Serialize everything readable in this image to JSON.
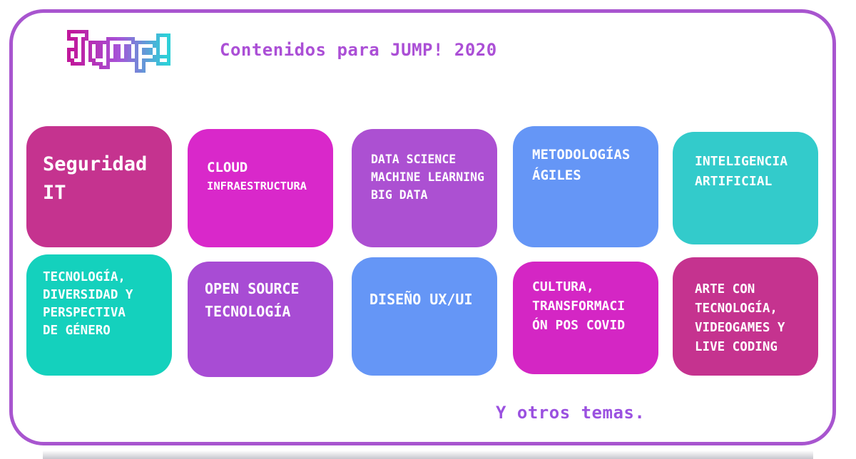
{
  "header": {
    "logo_text": "Jump!",
    "title": "Contenidos para JUMP! 2020"
  },
  "cards": [
    {
      "name": "seguridad-it",
      "color": "#c5338f",
      "lines": [
        "Seguridad",
        "IT"
      ]
    },
    {
      "name": "cloud-infraestructura",
      "color": "#d928ca",
      "title": "CLOUD",
      "subtitle": "INFRAESTRUCTURA"
    },
    {
      "name": "data-science",
      "color": "#ac50d2",
      "lines": [
        "DATA SCIENCE",
        "MACHINE LEARNING",
        "BIG DATA"
      ]
    },
    {
      "name": "metodologias-agiles",
      "color": "#6596f6",
      "lines": [
        "METODOLOGÍAS",
        "ÁGILES"
      ]
    },
    {
      "name": "inteligencia-artificial",
      "color": "#33cbcb",
      "lines": [
        "INTELIGENCIA",
        "ARTIFICIAL"
      ]
    },
    {
      "name": "tecnologia-diversidad",
      "color": "#14d1bd",
      "lines": [
        "TECNOLOGÍA,",
        "DIVERSIDAD Y",
        "PERSPECTIVA",
        "DE GÉNERO"
      ]
    },
    {
      "name": "open-source",
      "color": "#a84cd4",
      "lines": [
        "OPEN SOURCE",
        "TECNOLOGÍA"
      ]
    },
    {
      "name": "diseno-ux-ui",
      "color": "#6596f6",
      "lines": [
        "DISEÑO UX/UI"
      ]
    },
    {
      "name": "cultura-pos-covid",
      "color": "#d426c4",
      "lines": [
        "CULTURA,",
        "TRANSFORMACI",
        "ÓN POS COVID"
      ]
    },
    {
      "name": "arte-con-tecnologia",
      "color": "#c5338f",
      "lines": [
        "ARTE CON",
        "TECNOLOGÍA,",
        "VIDEOGAMES Y",
        "LIVE CODING"
      ]
    }
  ],
  "footer": {
    "note": "Y otros temas."
  },
  "colors": {
    "border": "#a855cf",
    "title": "#ab4fd6",
    "footer": "#9b51e0",
    "card_text": "#ffffff",
    "logo_gradient": [
      "#c0189c",
      "#a653d8",
      "#2ecfd8"
    ]
  }
}
